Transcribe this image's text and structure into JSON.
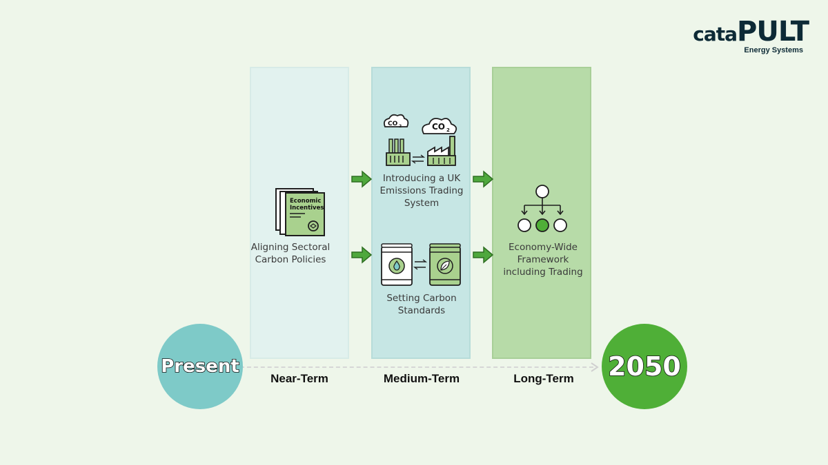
{
  "logo": {
    "word_small": "cata",
    "word_big": "PULT",
    "subtitle": "Energy Systems"
  },
  "columns": {
    "near": {
      "caption_lines": [
        "Aligning Sectoral",
        "Carbon Policies"
      ],
      "doc_text_lines": [
        "Economic",
        "Incentives"
      ]
    },
    "medium": {
      "top_caption_lines": [
        "Introducing a UK",
        "Emissions Trading",
        "System"
      ],
      "bottom_caption_lines": [
        "Setting Carbon",
        "Standards"
      ],
      "co2_small": "CO",
      "co2_big": "CO",
      "co2_sub": "2"
    },
    "long": {
      "caption_lines": [
        "Economy-Wide",
        "Framework",
        "including Trading"
      ]
    }
  },
  "timeline": {
    "start_label": "Present",
    "end_label": "2050",
    "terms": [
      "Near-Term",
      "Medium-Term",
      "Long-Term"
    ]
  },
  "colors": {
    "background": "#eef6ea",
    "near": "#e2f2ef",
    "medium": "#c6e6e4",
    "long": "#b7dba8",
    "arrow": "#4fa83d",
    "present": "#7ecac8",
    "end": "#4faf37",
    "icon_fill": "#a9d18e",
    "icon_stroke": "#1e1e1e"
  }
}
